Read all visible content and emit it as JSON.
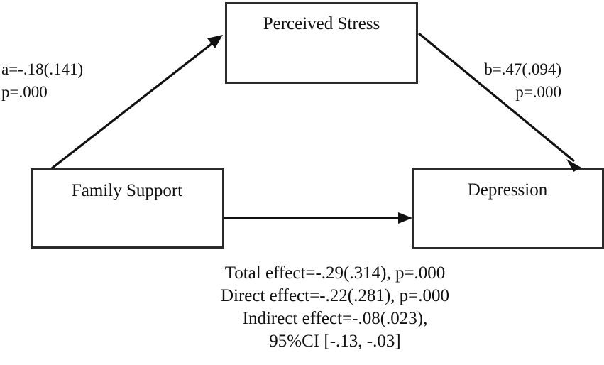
{
  "diagram": {
    "type": "mediation-path-diagram",
    "nodes": [
      {
        "id": "mediator",
        "label": "Perceived Stress"
      },
      {
        "id": "predictor",
        "label": "Family Support"
      },
      {
        "id": "outcome",
        "label": "Depression"
      }
    ],
    "paths": [
      {
        "id": "a-path",
        "from": "predictor",
        "to": "mediator",
        "coefficient_line": "a=-.18(.141)",
        "p_line": "p=.000"
      },
      {
        "id": "b-path",
        "from": "mediator",
        "to": "outcome",
        "coefficient_line": "b=.47(.094)",
        "p_line": "p=.000"
      },
      {
        "id": "c-prime-path",
        "from": "predictor",
        "to": "outcome",
        "coefficient_line": "",
        "p_line": ""
      }
    ],
    "summary": {
      "lines": [
        "Total effect=-.29(.314), p=.000",
        "Direct effect=-.22(.281), p=.000",
        "Indirect effect=-.08(.023),",
        "95%CI [-.13, -.03]"
      ]
    },
    "colors": {
      "background": "#ffffff",
      "box_border": "#2b2b2b",
      "arrow": "#111111",
      "text": "#111111"
    }
  }
}
